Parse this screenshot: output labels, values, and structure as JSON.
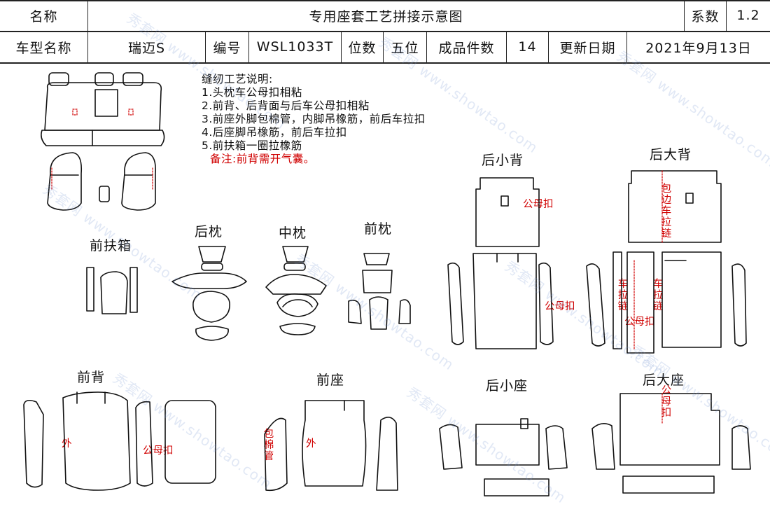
{
  "header": {
    "name_label": "名称",
    "title": "专用座套工艺拼接示意图",
    "coef_label": "系数",
    "coef_value": "1.2",
    "model_label": "车型名称",
    "model_value": "瑞迈S",
    "code_label": "编号",
    "code_value": "WSL1033T",
    "seat_label": "位数",
    "seat_value": "五位",
    "pieces_label": "成品件数",
    "pieces_value": "14",
    "date_label": "更新日期",
    "date_value": "2021年9月13日"
  },
  "notes": {
    "title": "缝纫工艺说明:",
    "items": [
      "1.头枕车公母扣相粘",
      "2.前背、后背面与后车公母扣相粘",
      "3.前座外脚包棉管，内脚吊橡筋，前后车拉扣",
      "4.后座脚吊橡筋，前后车拉扣",
      "5.前扶箱一圈拉橡筋"
    ],
    "remark": "备注:前背需开气囊。"
  },
  "parts": {
    "front_armrest": "前扶箱",
    "rear_headrest": "后枕",
    "middle_headrest": "中枕",
    "front_headrest": "前枕",
    "rear_small_back": "后小背",
    "rear_big_back": "后大背",
    "front_back": "前背",
    "front_seat": "前座",
    "rear_small_seat": "后小座",
    "rear_big_seat": "后大座"
  },
  "annotations": {
    "snap": "公母扣",
    "outer": "外",
    "zipper_edge": "包边车拉链",
    "zipper": "车拉链",
    "cotton_tube": "包棉管"
  },
  "watermark": "秀套网 www.showtao.com"
}
